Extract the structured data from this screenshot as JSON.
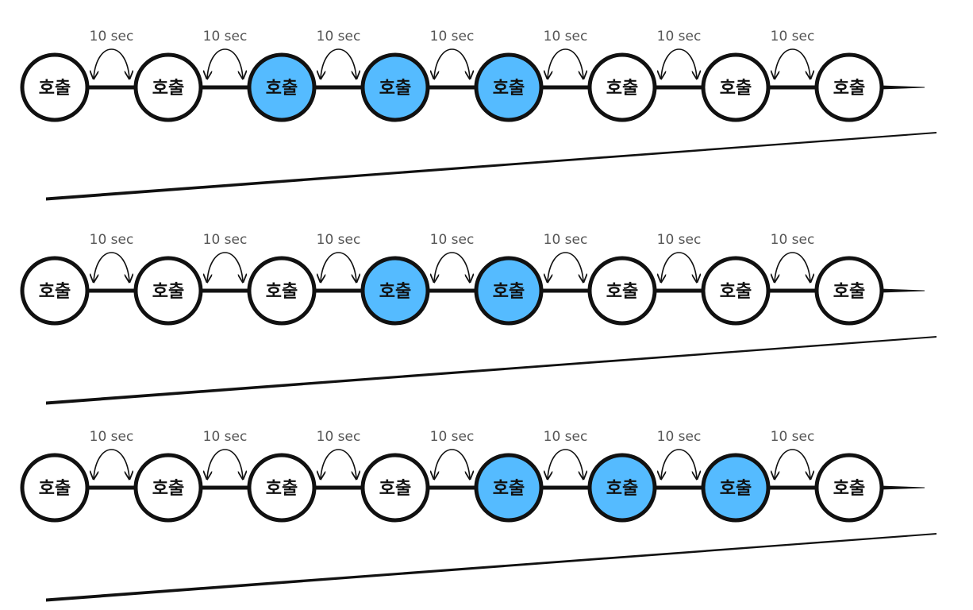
{
  "colors": {
    "highlight": "#55bbff",
    "node_fill": "#ffffff",
    "stroke": "#111111",
    "interval_text": "#555555"
  },
  "rows": [
    {
      "nodes": [
        {
          "label": "호출",
          "active": false
        },
        {
          "label": "호출",
          "active": false
        },
        {
          "label": "호출",
          "active": true
        },
        {
          "label": "호출",
          "active": true
        },
        {
          "label": "호출",
          "active": true
        },
        {
          "label": "호출",
          "active": false
        },
        {
          "label": "호출",
          "active": false
        },
        {
          "label": "호출",
          "active": false
        }
      ],
      "intervals": [
        "10 sec",
        "10 sec",
        "10 sec",
        "10 sec",
        "10 sec",
        "10 sec",
        "10 sec"
      ]
    },
    {
      "nodes": [
        {
          "label": "호출",
          "active": false
        },
        {
          "label": "호출",
          "active": false
        },
        {
          "label": "호출",
          "active": false
        },
        {
          "label": "호출",
          "active": true
        },
        {
          "label": "호출",
          "active": true
        },
        {
          "label": "호출",
          "active": false
        },
        {
          "label": "호출",
          "active": false
        },
        {
          "label": "호출",
          "active": false
        }
      ],
      "intervals": [
        "10 sec",
        "10 sec",
        "10 sec",
        "10 sec",
        "10 sec",
        "10 sec",
        "10 sec"
      ]
    },
    {
      "nodes": [
        {
          "label": "호출",
          "active": false
        },
        {
          "label": "호출",
          "active": false
        },
        {
          "label": "호출",
          "active": false
        },
        {
          "label": "호출",
          "active": false
        },
        {
          "label": "호출",
          "active": true
        },
        {
          "label": "호출",
          "active": true
        },
        {
          "label": "호출",
          "active": true
        },
        {
          "label": "호출",
          "active": false
        }
      ],
      "intervals": [
        "10 sec",
        "10 sec",
        "10 sec",
        "10 sec",
        "10 sec",
        "10 sec",
        "10 sec"
      ]
    }
  ]
}
